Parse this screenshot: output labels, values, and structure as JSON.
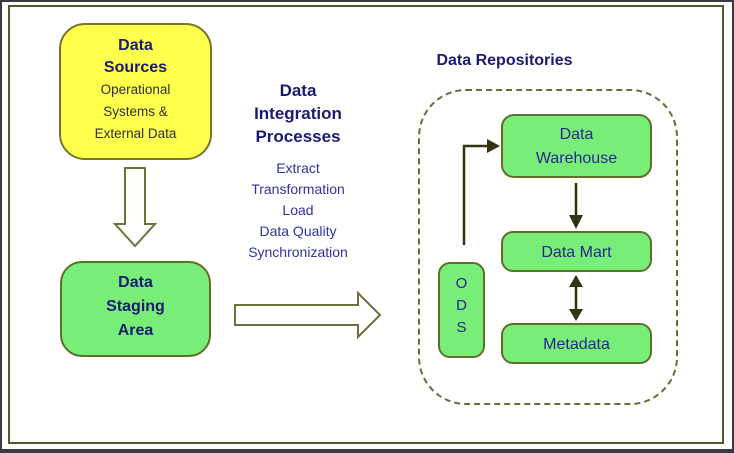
{
  "diagram": {
    "data_sources": {
      "title": [
        "Data",
        "Sources"
      ],
      "subtitle": [
        "Operational",
        "Systems &",
        "External Data"
      ]
    },
    "data_staging": {
      "title": [
        "Data",
        "Staging",
        "Area"
      ]
    },
    "integration": {
      "heading": [
        "Data",
        "Integration",
        "Processes"
      ],
      "processes": [
        "Extract",
        "Transformation",
        "Load",
        "Data Quality",
        "Synchronization"
      ]
    },
    "repositories": {
      "title": "Data Repositories",
      "ods": [
        "O",
        "D",
        "S"
      ],
      "warehouse": [
        "Data",
        "Warehouse"
      ],
      "data_mart": "Data Mart",
      "metadata": "Metadata"
    },
    "colors": {
      "source_fill": "#ffff4d",
      "repo_fill": "#78ee78",
      "heading_navy": "#1b1b70",
      "label_navy": "#26268f",
      "process_blue": "#3232a2",
      "shape_border_olive": "#6b6b3a",
      "arrow_dark": "#333312"
    }
  }
}
